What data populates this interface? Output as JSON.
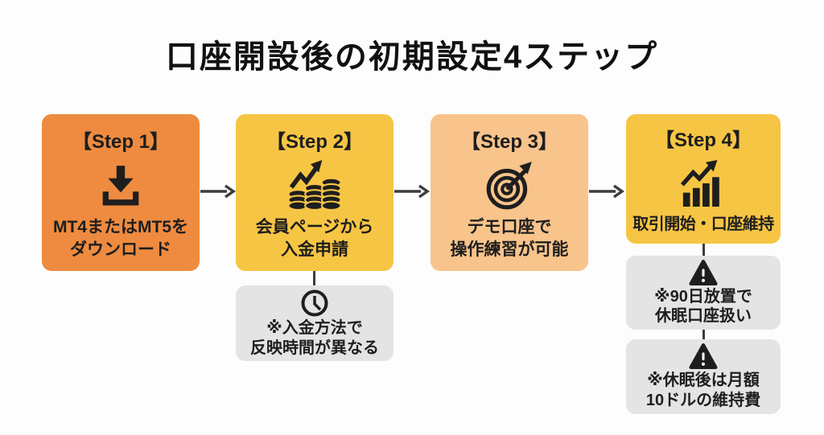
{
  "title": "口座開設後の初期設定4ステップ",
  "steps": [
    {
      "label": "【Step 1】",
      "icon": "download-icon",
      "line1": "MT4またはMT5を",
      "line2": "ダウンロード"
    },
    {
      "label": "【Step 2】",
      "icon": "money-growth-icon",
      "line1": "会員ページから",
      "line2": "入金申請"
    },
    {
      "label": "【Step 3】",
      "icon": "target-dart-icon",
      "line1": "デモ口座で",
      "line2": "操作練習が可能"
    },
    {
      "label": "【Step 4】",
      "icon": "chart-growth-icon",
      "line1": "取引開始・口座維持",
      "line2": ""
    }
  ],
  "notes": {
    "deposit": {
      "icon": "clock-icon",
      "line1": "※入金方法で",
      "line2": "反映時間が異なる"
    },
    "dormant1": {
      "icon": "warning-icon",
      "line1": "※90日放置で",
      "line2": "休眠口座扱い"
    },
    "dormant2": {
      "icon": "warning-icon",
      "line1": "※休眠後は月額",
      "line2": "10ドルの維持費"
    }
  },
  "colors": {
    "background": "#FDFDFD",
    "step1_bg": "#EE8B40",
    "step2_bg": "#F7C544",
    "step3_bg": "#F8C48B",
    "step4_bg": "#F7C544",
    "note_bg": "#E4E4E4",
    "text": "#1E1E1E",
    "connector": "#3D3D3D"
  }
}
